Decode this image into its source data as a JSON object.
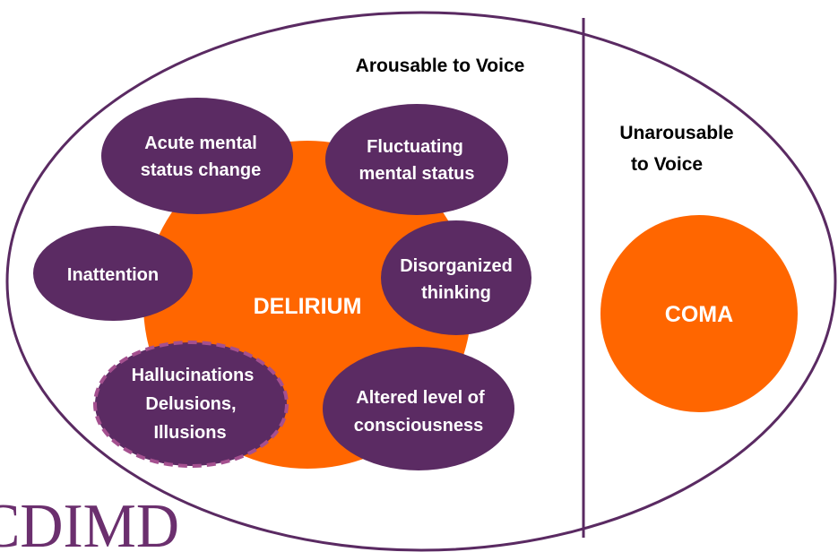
{
  "colors": {
    "outline": "#5a2a62",
    "bubble": "#5b2b63",
    "bubble_text": "#ffffff",
    "core": "#ff6600",
    "core_text": "#ffffff",
    "heading_text": "#000000",
    "logo": "#6b2f6e",
    "dashed_border": "#a4508f"
  },
  "regions": {
    "arousable_label": "Arousable to Voice",
    "unarousable_label_line1": "Unarousable",
    "unarousable_label_line2": "to Voice"
  },
  "core": {
    "delirium": "DELIRIUM",
    "coma": "COMA"
  },
  "features": {
    "acute": [
      "Acute mental",
      "status change"
    ],
    "fluctuating": [
      "Fluctuating",
      "mental status"
    ],
    "inattention": [
      "Inattention"
    ],
    "disorganized": [
      "Disorganized",
      "thinking"
    ],
    "hallucinations": [
      "Hallucinations",
      "Delusions,",
      "Illusions"
    ],
    "altered": [
      "Altered level of",
      "consciousness"
    ]
  },
  "logo": {
    "text": "CDIMD"
  }
}
